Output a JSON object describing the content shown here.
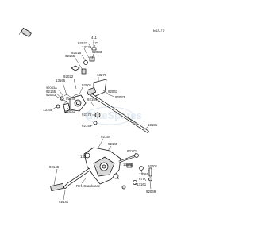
{
  "figure_id": "E1079",
  "watermark": "BikeSpares",
  "labels": {
    "p411": "411",
    "p92022": "92022",
    "p172": "172",
    "p13236": "13236",
    "p92015": "92015",
    "p92033": "92033",
    "p92145": "92145",
    "p13270": "13270",
    "p92022b": "92022",
    "p92001": "92001",
    "p92043a": "92043A",
    "p92145b": "92145",
    "p92043": "92043",
    "p92145c": "92145",
    "p13165": "13165",
    "p92043b": "92043",
    "p92154": "92154",
    "p13181": "13181",
    "p92043c": "92043",
    "p92170": "92170",
    "p92152": "92152",
    "p13168": "13168",
    "p92001b": "92001",
    "p11065": "11065",
    "p92154b": "92154",
    "p670": "670",
    "p92145d": "92145",
    "p92145e": "92145",
    "p13182": "13182",
    "p92001c": "92001",
    "p132": "132",
    "p13161": "13161",
    "p92049": "92049",
    "p92171": "92171",
    "ref": "Ref. Crankcase"
  }
}
